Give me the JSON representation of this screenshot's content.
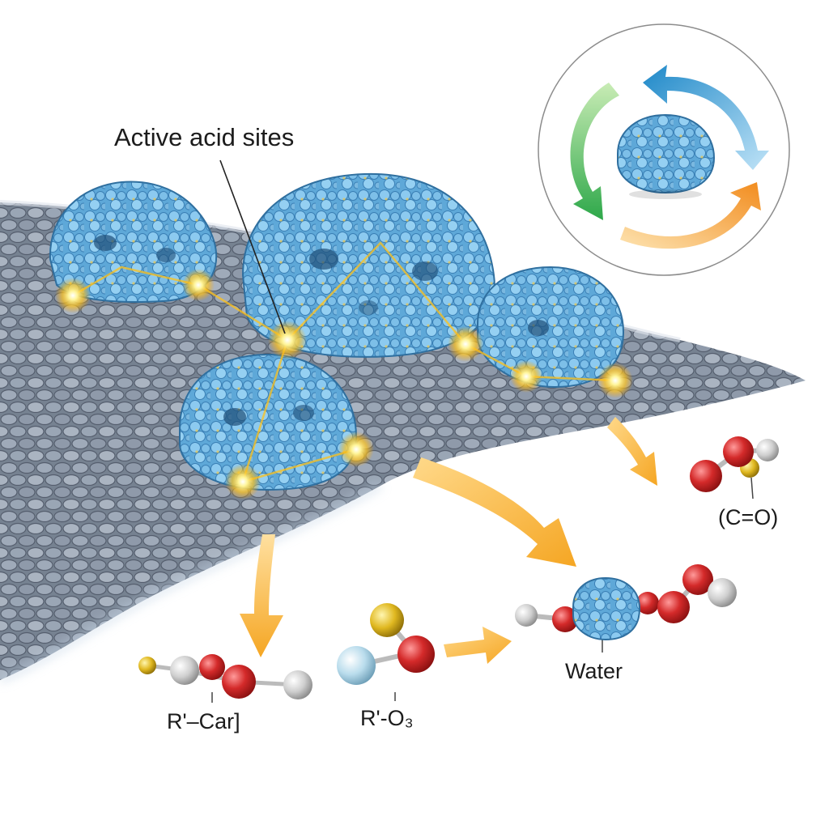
{
  "labels": {
    "active_sites": "Active acid sites",
    "carbonyl": "(C=O)",
    "water": "Water",
    "product_left": "R'–Car]",
    "product_middle": "R'-O₃"
  },
  "colors": {
    "catalyst_blue": "#5aa6d6",
    "support_gray": "#7b8696",
    "active_site_glow": "#ffd23a",
    "reaction_arrow": "#f5a623",
    "cycle_green": "#2ea84a",
    "cycle_blue": "#1e88c8",
    "cycle_orange": "#f28c1e",
    "atom_oxygen": "#d42a2a",
    "atom_hydrogen": "#d8d8d8",
    "atom_sulfur": "#e0b820",
    "atom_light": "#b9dcec"
  }
}
